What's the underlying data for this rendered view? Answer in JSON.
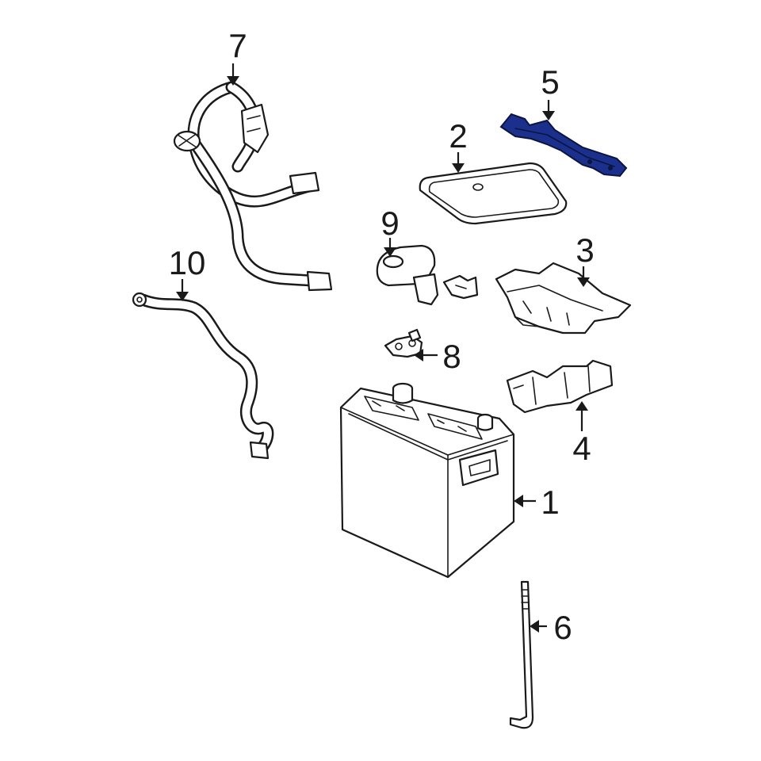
{
  "diagram": {
    "highlight_color": "#1b2f8c",
    "line_color": "#1a1a1a",
    "background": "#ffffff",
    "callouts": [
      {
        "id": "1",
        "label": "1",
        "part": "battery"
      },
      {
        "id": "2",
        "label": "2",
        "part": "battery-tray-cover"
      },
      {
        "id": "3",
        "label": "3",
        "part": "battery-tray"
      },
      {
        "id": "4",
        "label": "4",
        "part": "tray-support-bracket"
      },
      {
        "id": "5",
        "label": "5",
        "part": "hold-down-clamp",
        "highlighted": true
      },
      {
        "id": "6",
        "label": "6",
        "part": "hold-down-rod"
      },
      {
        "id": "7",
        "label": "7",
        "part": "positive-cable-harness"
      },
      {
        "id": "8",
        "label": "8",
        "part": "terminal-clamp"
      },
      {
        "id": "9",
        "label": "9",
        "part": "terminal-cover"
      },
      {
        "id": "10",
        "label": "10",
        "part": "negative-cable"
      }
    ]
  }
}
